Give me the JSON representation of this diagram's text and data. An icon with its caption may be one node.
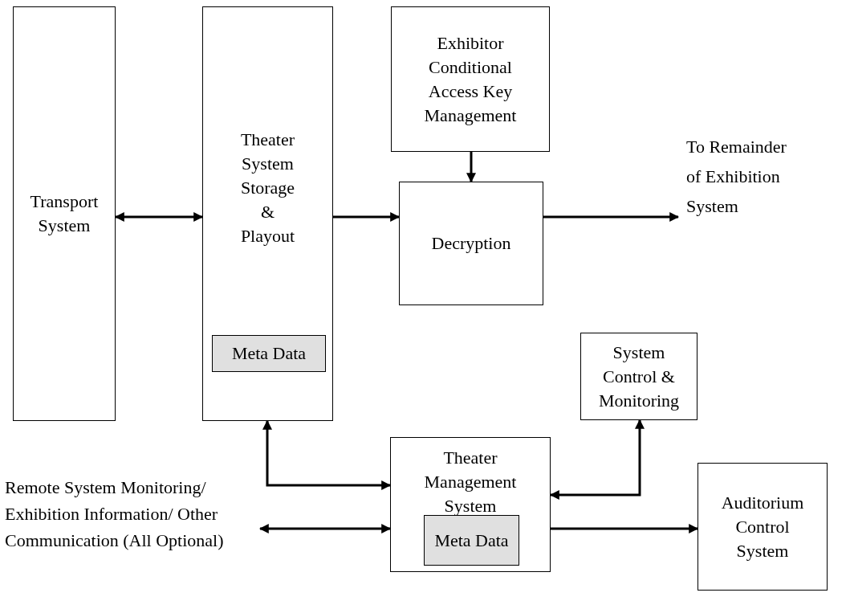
{
  "diagram": {
    "nodes": [
      {
        "text": [
          "Transport System"
        ]
      },
      {
        "text": [
          "Theater System Storage & Playout"
        ]
      },
      {
        "text": [
          "Meta Data"
        ],
        "in": 1
      },
      {
        "text": [
          "Exhibitor Conditional Access Key Management"
        ]
      },
      {
        "text": [
          "Decryption"
        ]
      },
      {
        "text": [
          "To Remainder of Exhibition System"
        ]
      },
      {
        "text": [
          "System Control & Monitoring"
        ]
      },
      {
        "text": [
          "Theater Management System"
        ]
      },
      {
        "text": [
          "Meta Data"
        ],
        "in": 7
      },
      {
        "text": [
          "Remote System Monitoring/ Exhibition Information/ Other Communication (All Optional)"
        ]
      },
      {
        "text": [
          "Auditorium Control System"
        ]
      }
    ],
    "edges": [
      {
        "from": 0,
        "to": 1,
        "arrow": "both"
      },
      {
        "from": 1,
        "to": 4,
        "arrow": "to"
      },
      {
        "from": 3,
        "to": 4,
        "arrow": "to"
      },
      {
        "from": 4,
        "to": 5,
        "arrow": "to"
      },
      {
        "from": 1,
        "to": 7,
        "arrow": "both"
      },
      {
        "from": 7,
        "to": 6,
        "arrow": "both"
      },
      {
        "from": 9,
        "to": 7,
        "arrow": "both"
      },
      {
        "from": 7,
        "to": 10,
        "arrow": "to"
      }
    ]
  }
}
